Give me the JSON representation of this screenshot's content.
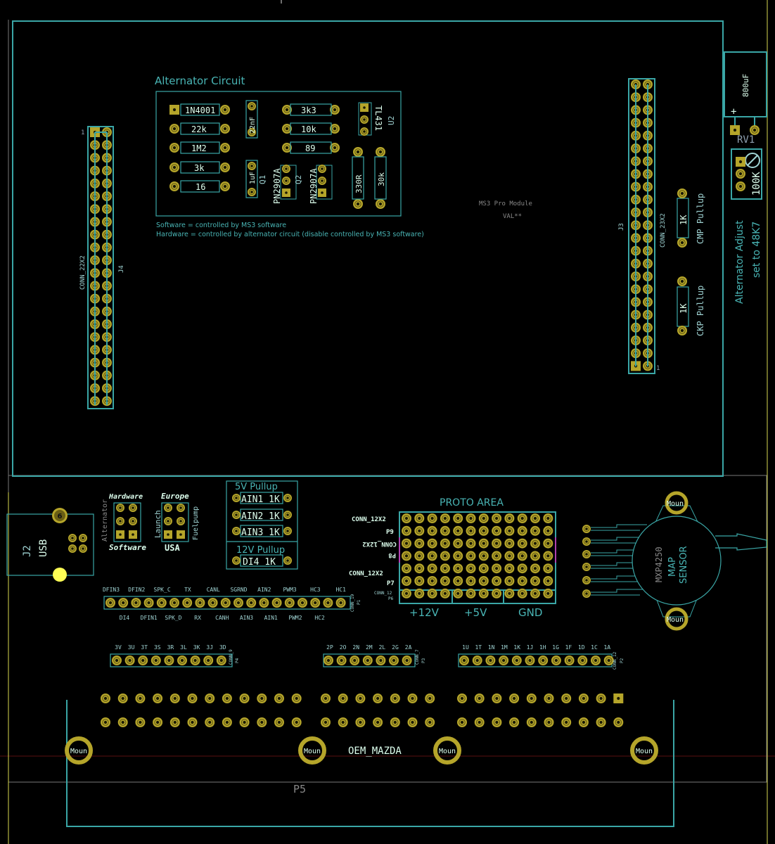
{
  "colors": {
    "background": "#000000",
    "outline": "#3aa6a6",
    "pad": "#b5a52a",
    "silk": "#9fd3d3",
    "highlight": "#ffff55"
  },
  "alternator": {
    "title": "Alternator Circuit",
    "diode": "1N4001",
    "r1": "22k",
    "r2": "1M2",
    "r3": "3k",
    "r4": "16",
    "c1": "22nF",
    "c2": "1uF",
    "r5": "3k3",
    "r6": "10k",
    "r7": "89",
    "q1": "PN2907A",
    "q1_ref": "Q1",
    "q2": "PN2907A",
    "q2_ref": "Q2",
    "u2": "TL431",
    "u2_ref": "U2",
    "r8": "330R",
    "r9": "30k",
    "note1": "Software  = controlled by MS3 software",
    "note2": "Hardware = controlled by alternator circuit (disable controlled by MS3 software)"
  },
  "module": {
    "name": "MS3 Pro Module",
    "value": "VAL**"
  },
  "j4": {
    "ref": "J4",
    "value": "CONN_22X2",
    "pin1": "1"
  },
  "j3": {
    "ref": "J3",
    "value": "CONN_23X2",
    "pin1": "1"
  },
  "pullups": {
    "cmp_value": "1K",
    "cmp_label": "CMP Pullup",
    "ckp_value": "1K",
    "ckp_label": "CKP Pullup"
  },
  "cap": {
    "value": "800uF",
    "plus": "+"
  },
  "rv1": {
    "ref": "RV1",
    "value": "100K",
    "label1": "Alternator Adjust",
    "label2": "set to 48K7"
  },
  "usb": {
    "ref": "J2",
    "value": "USB",
    "pad": "6"
  },
  "jumpers": {
    "hardware": "Hardware",
    "software": "Software",
    "alternator": "Alternator",
    "europe": "Europe",
    "usa": "USA",
    "launch": "Launch",
    "fuelpump": "Fuelpump"
  },
  "pullup5v": {
    "title": "5V Pullup",
    "items": [
      "AIN1  1K",
      "AIN2  1K",
      "AIN3  1K"
    ]
  },
  "pullup12v": {
    "title": "12V Pullup",
    "items": [
      "DI4  1K"
    ]
  },
  "p1": {
    "ref": "P1",
    "value": "CONN_19",
    "top": [
      "DFIN3",
      "DFIN2",
      "SPK_C",
      "TX",
      "CANL",
      "SGRND",
      "AIN2",
      "PWM3",
      "HC3",
      "HC1"
    ],
    "bottom": [
      "DI4",
      "DFIN1",
      "SPK_D",
      "RX",
      "CANH",
      "AIN3",
      "AIN1",
      "PWM2",
      "HC2"
    ]
  },
  "p4": {
    "ref": "P4",
    "value": "CONN_9",
    "labels": [
      "3V",
      "3U",
      "3T",
      "3S",
      "3R",
      "3L",
      "3K",
      "3J",
      "3D"
    ]
  },
  "p3": {
    "ref": "P3",
    "value": "CONN_7",
    "labels": [
      "2P",
      "2O",
      "2N",
      "2M",
      "2L",
      "2G",
      "2A"
    ]
  },
  "p2": {
    "ref": "P2",
    "value": "CONN_12",
    "labels": [
      "1U",
      "1T",
      "1N",
      "1M",
      "1K",
      "1J",
      "1H",
      "1G",
      "1F",
      "1D",
      "1C",
      "1A"
    ]
  },
  "proto": {
    "title": "PROTO AREA",
    "conn9": "CONN_12X2",
    "ref9": "P9",
    "conn8": "CONN_12X2",
    "ref8": "P8",
    "conn7": "CONN_12X2",
    "ref7": "P7",
    "conn6": "CONN_12",
    "ref6": "P6",
    "rail1": "+12V",
    "rail2": "+5V",
    "rail3": "GND"
  },
  "map": {
    "part": "MXP4250",
    "label1": "MAP",
    "label2": "SENSOR",
    "mount": "Moun"
  },
  "oem": {
    "value": "OEM_MAZDA",
    "ref": "P5",
    "mount": "Moun"
  }
}
